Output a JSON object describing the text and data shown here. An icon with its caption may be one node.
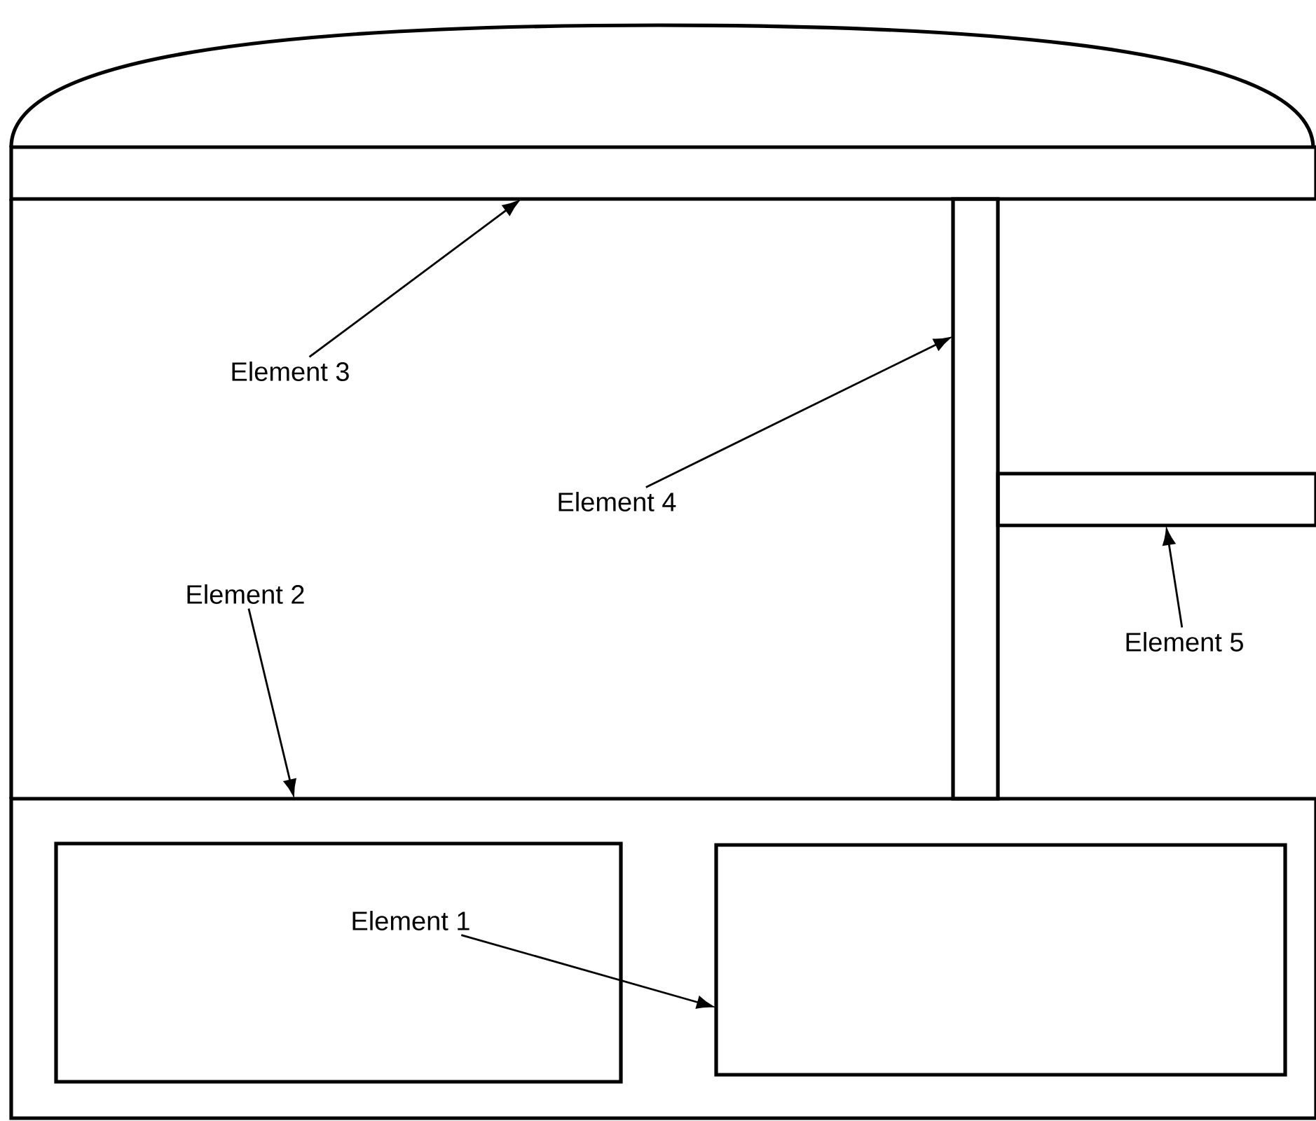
{
  "diagram": {
    "nodes": [
      {
        "text": [],
        "shape": "box"
      },
      {
        "text": [
          "Element 3"
        ]
      },
      {
        "text": [],
        "shape": "box"
      },
      {
        "text": [
          "Element 4"
        ]
      },
      {
        "text": [],
        "shape": "box"
      },
      {
        "text": [
          "Element 2"
        ]
      },
      {
        "text": [
          "Element 5"
        ]
      },
      {
        "text": [],
        "shape": "box"
      },
      {
        "text": [],
        "shape": "box",
        "in": 7
      },
      {
        "text": [
          "Element 1"
        ],
        "in": 8
      },
      {
        "text": [],
        "shape": "box",
        "in": 7
      }
    ],
    "edges": [
      {
        "from": 1,
        "to": 0,
        "arrow": "to"
      },
      {
        "from": 3,
        "to": 2,
        "arrow": "to"
      },
      {
        "from": 5,
        "to": 7,
        "arrow": "to"
      },
      {
        "from": 6,
        "to": 4,
        "arrow": "to"
      },
      {
        "from": 9,
        "to": 10,
        "arrow": "to"
      }
    ]
  }
}
